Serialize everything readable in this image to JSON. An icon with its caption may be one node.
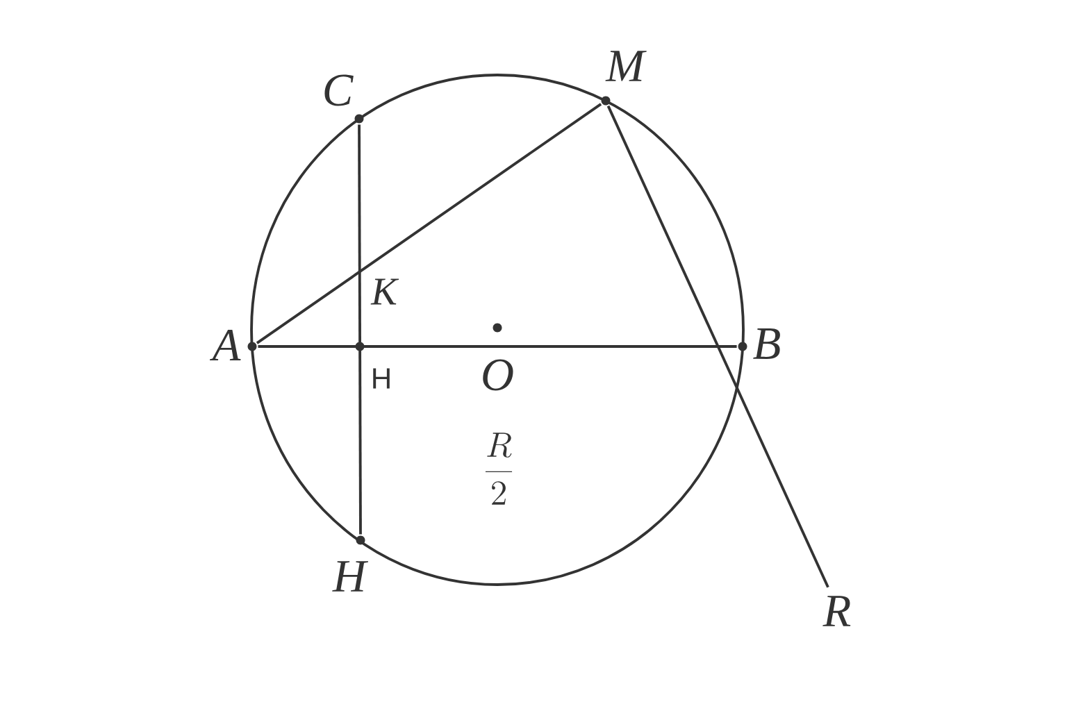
{
  "diagram": {
    "nodes": [
      {
        "text": [
          "A"
        ]
      },
      {
        "text": [
          "B"
        ]
      },
      {
        "text": [
          "C"
        ]
      },
      {
        "text": [
          "M"
        ]
      },
      {
        "text": [
          "H"
        ]
      },
      {
        "text": [
          "R"
        ]
      },
      {
        "text": [
          "H"
        ]
      },
      {
        "text": [
          "O"
        ]
      }
    ],
    "edges": [
      {
        "from": 0,
        "to": 1,
        "arrow": "none"
      },
      {
        "from": 2,
        "to": 4,
        "arrow": "none"
      },
      {
        "from": 0,
        "to": 3,
        "arrow": "none"
      },
      {
        "from": 3,
        "to": 5,
        "arrow": "none"
      }
    ],
    "labels": [
      "K",
      "\\frac{R}{2}"
    ]
  }
}
